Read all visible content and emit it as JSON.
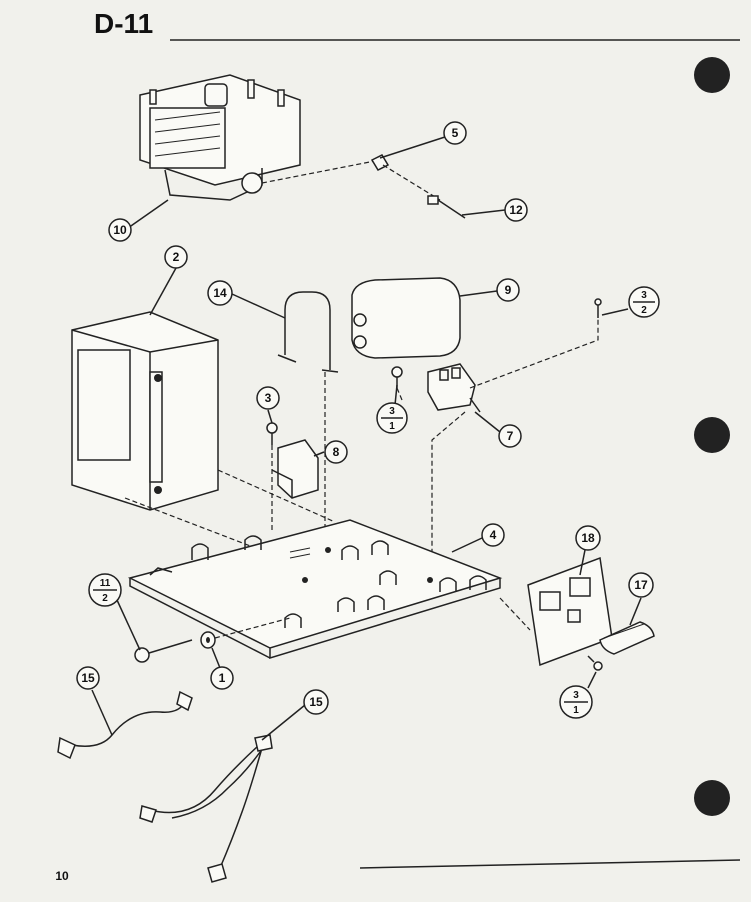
{
  "page": {
    "title": "D-11"
  },
  "callouts": {
    "c10": "10",
    "c5a": "5",
    "c12": "12",
    "c2": "2",
    "c14": "14",
    "c9": "9",
    "c3": "3",
    "c8": "8",
    "c7": "7",
    "c4": "4",
    "c18": "18",
    "c17": "17",
    "c1": "1",
    "c15a": "15",
    "c15b": "15"
  },
  "fractions": {
    "f_3_2": {
      "num": "3",
      "den": "2"
    },
    "f_3_1a": {
      "num": "3",
      "den": "1"
    },
    "f_11_2": {
      "num": "11",
      "den": "2"
    },
    "f_3_1b": {
      "num": "3",
      "den": "1"
    }
  },
  "footer": {
    "page_mark": "10"
  }
}
